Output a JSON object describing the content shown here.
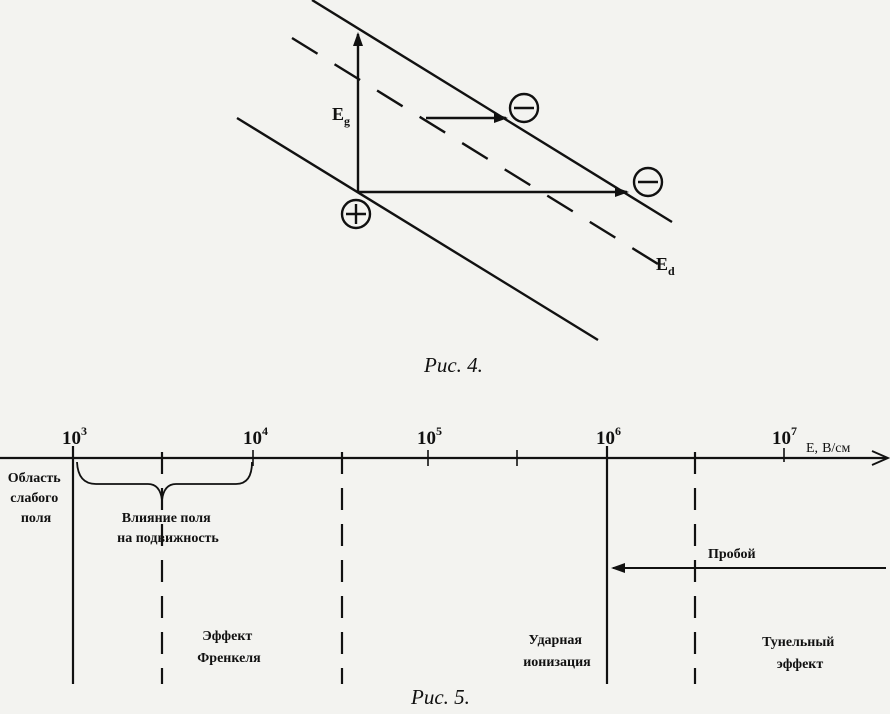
{
  "figure4": {
    "caption": "Рис. 4.",
    "labels": {
      "eg_main": "E",
      "eg_sub": "g",
      "ed_main": "E",
      "ed_sub": "d"
    },
    "symbols": {
      "hole": "+",
      "electron": "−"
    }
  },
  "figure5": {
    "caption": "Рис. 5.",
    "axis": {
      "label_main": "E,",
      "label_unit": "В/см"
    },
    "ticks": [
      {
        "base": "10",
        "exp": "3"
      },
      {
        "base": "10",
        "exp": "4"
      },
      {
        "base": "10",
        "exp": "5"
      },
      {
        "base": "10",
        "exp": "6"
      },
      {
        "base": "10",
        "exp": "7"
      }
    ],
    "regions": {
      "weak_field": [
        "Область",
        "слабого",
        "поля"
      ],
      "mobility": [
        "Влияние поля",
        "на подвижность"
      ],
      "frenkel": [
        "Эффект",
        "Френкеля"
      ],
      "impact": [
        "Ударная",
        "ионизация"
      ],
      "tunnel": [
        "Тунельный",
        "эффект"
      ],
      "breakdown": "Пробой"
    }
  },
  "colors": {
    "ink": "#111111",
    "paper": "#f3f3f0"
  }
}
